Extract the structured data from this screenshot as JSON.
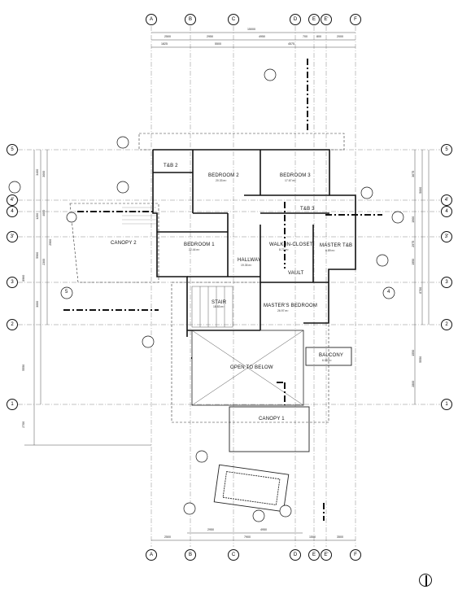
{
  "grid": {
    "columns": [
      "A",
      "B",
      "C",
      "D",
      "E",
      "E'",
      "F"
    ],
    "rows": [
      "5",
      "4'",
      "4",
      "3'",
      "3",
      "2",
      "1"
    ]
  },
  "dimensions": {
    "overall": "15000",
    "top_row1": [
      "2500",
      "2950",
      "4950",
      "700",
      "800",
      "2000"
    ],
    "top_row2": [
      "1825",
      "5500",
      "4575"
    ],
    "bottom_row1": [
      "2950",
      "4950"
    ],
    "bottom_row2": [
      "2500",
      "7900",
      "1500",
      "3500"
    ],
    "left": [
      "3400",
      "3000",
      "4000",
      "2900",
      "1200",
      "5900",
      "2300",
      "3000",
      "8960",
      "5550",
      "2700"
    ],
    "right": [
      "3675",
      "5000",
      "2975",
      "1900",
      "1950",
      "8700",
      "5550",
      "1550",
      "2800"
    ]
  },
  "rooms": {
    "tb2": {
      "name": "T&B 2"
    },
    "bedroom2": {
      "name": "BEDROOM 2",
      "area": "20.33 m²"
    },
    "bedroom3": {
      "name": "BEDROOM 3",
      "area": "17.67 m²"
    },
    "tb3": {
      "name": "T&B 3"
    },
    "canopy2": {
      "name": "CANOPY 2"
    },
    "bedroom1": {
      "name": "BEDROOM 1",
      "area": "22.44 m²"
    },
    "hallway": {
      "name": "HALLWAY",
      "area": "19.35 m²"
    },
    "walkin": {
      "name": "WALK-IN-CLOSET",
      "area": "8.72 m²"
    },
    "mastertb": {
      "name": "MASTER T&B",
      "area": "6.89 m²"
    },
    "vault": {
      "name": "VAULT"
    },
    "stair": {
      "name": "STAIR",
      "area": "18.83 m²"
    },
    "masterbed": {
      "name": "MASTER'S BEDROOM",
      "area": "26.97 m²"
    },
    "balcony": {
      "name": "BALCONY",
      "area": "6.08 m²"
    },
    "open": {
      "name": "OPEN TO BELOW"
    },
    "canopy1": {
      "name": "CANOPY 1"
    }
  },
  "section_markers": {
    "left_marker": "5",
    "right_marker": "4"
  }
}
